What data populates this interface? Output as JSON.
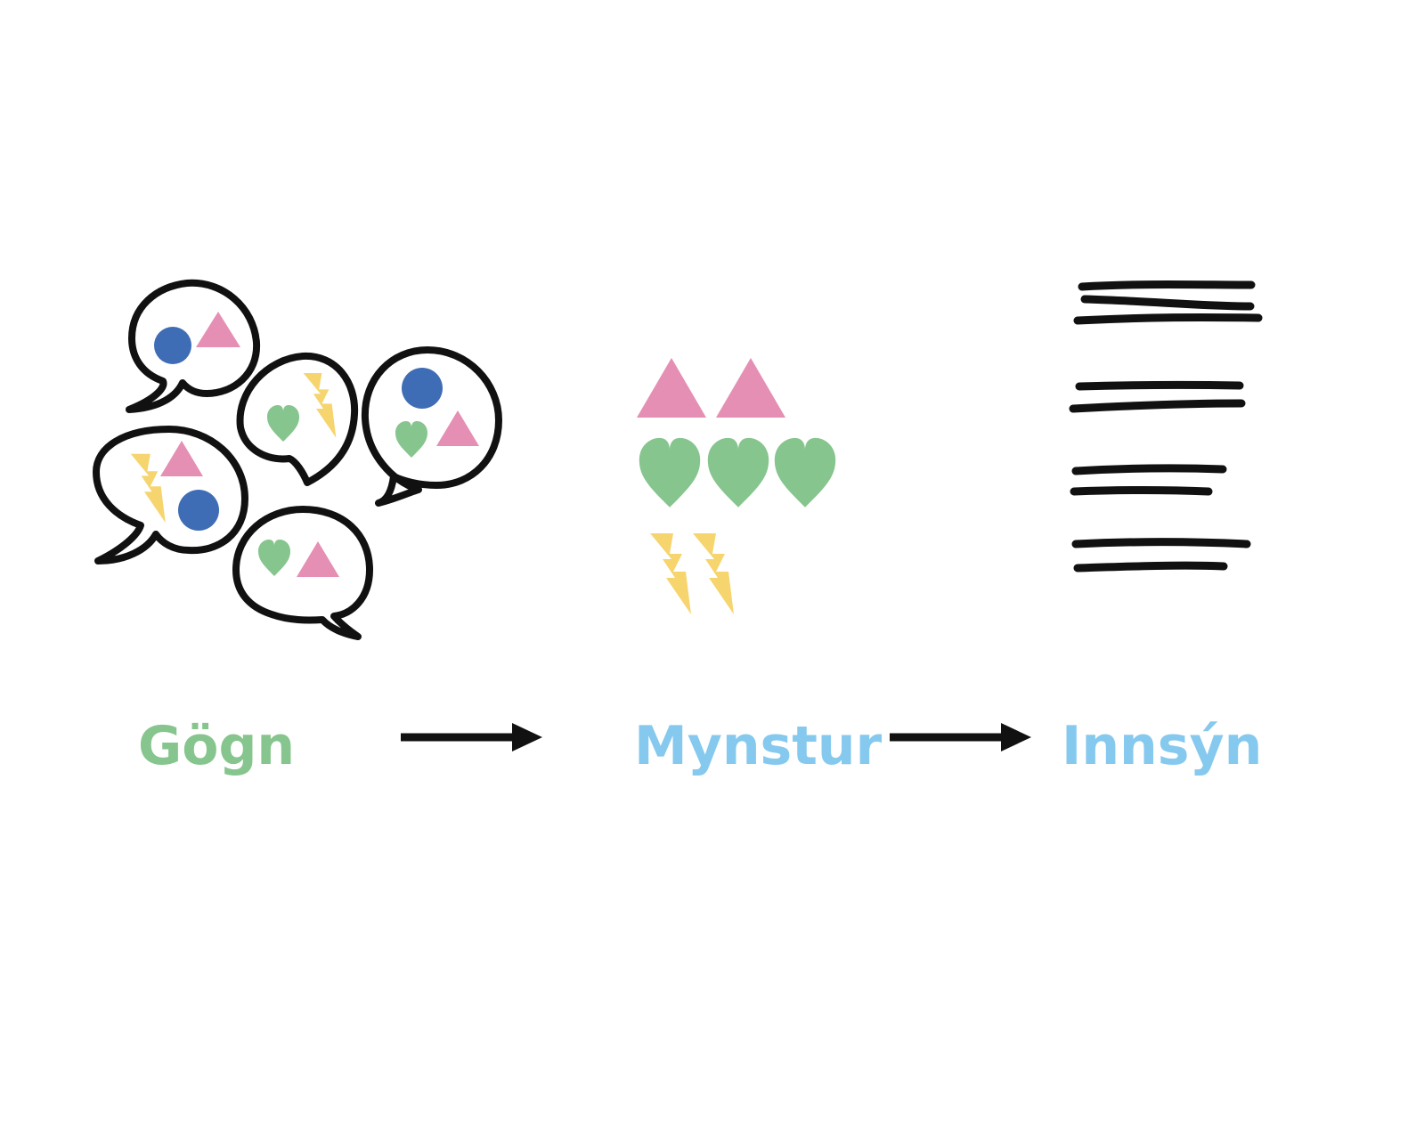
{
  "stages": [
    {
      "id": "data",
      "label": "Gögn",
      "color": "#86c58d"
    },
    {
      "id": "patterns",
      "label": "Mynstur",
      "color": "#86c9ee"
    },
    {
      "id": "insight",
      "label": "Innsýn",
      "color": "#86c9ee"
    }
  ],
  "icons": [
    "speech-bubble-icon",
    "circle-icon",
    "triangle-icon",
    "heart-icon",
    "lightning-icon",
    "text-lines-icon",
    "arrow-right-icon"
  ],
  "palette": {
    "blue": "#3f6db5",
    "pink": "#e58fb4",
    "green": "#86c58d",
    "yellow": "#f6d56f",
    "ink": "#111111"
  }
}
